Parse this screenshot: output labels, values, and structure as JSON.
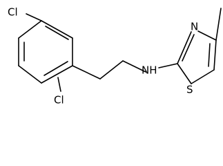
{
  "molecule": {
    "atoms": {
      "cl_top": "Cl",
      "cl_bottom": "Cl",
      "nh": "NH",
      "n_ring": "N",
      "s_ring": "S"
    }
  }
}
